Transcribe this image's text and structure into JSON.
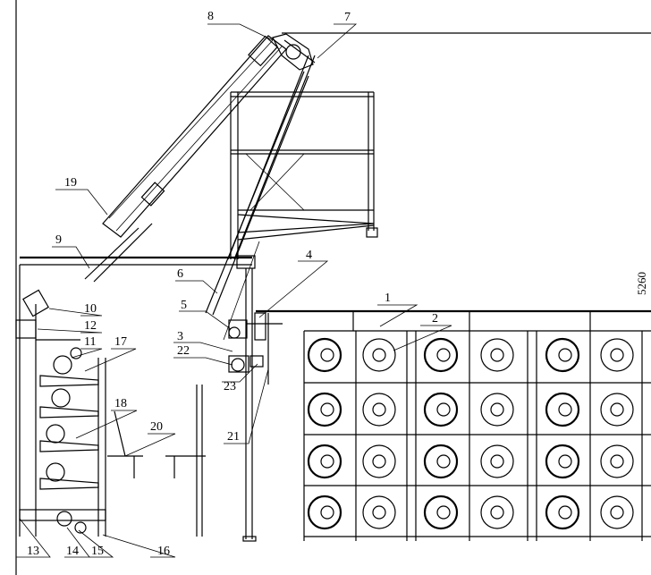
{
  "labels": {
    "l1": "1",
    "l2": "2",
    "l3": "3",
    "l4": "4",
    "l5": "5",
    "l6": "6",
    "l7": "7",
    "l8": "8",
    "l9": "9",
    "l10": "10",
    "l11": "11",
    "l12": "12",
    "l13": "13",
    "l14": "14",
    "l15": "15",
    "l16": "16",
    "l17": "17",
    "l18": "18",
    "l19": "19",
    "l20": "20",
    "l21": "21",
    "l22": "22",
    "l23": "23"
  },
  "dimension": "5260"
}
